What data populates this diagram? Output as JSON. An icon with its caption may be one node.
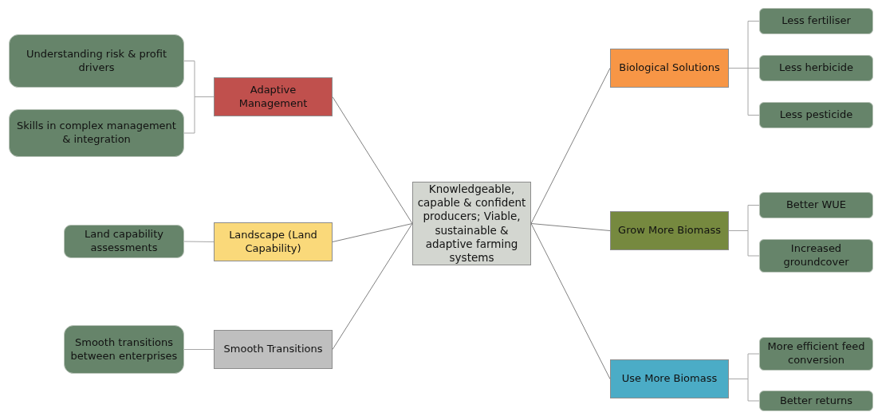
{
  "diagram": {
    "nodes": [
      {
        "text": [
          "Knowledgeable, capable & confident producers; Viable, sustainable & adaptive farming systems"
        ]
      },
      {
        "text": [
          "Adaptive Management"
        ]
      },
      {
        "text": [
          "Landscape (Land Capability)"
        ]
      },
      {
        "text": [
          "Smooth Transitions"
        ]
      },
      {
        "text": [
          "Biological Solutions"
        ]
      },
      {
        "text": [
          "Grow More Biomass"
        ]
      },
      {
        "text": [
          "Use More Biomass"
        ]
      },
      {
        "text": [
          "Understanding risk & profit drivers"
        ]
      },
      {
        "text": [
          "Skills in complex management & integration"
        ]
      },
      {
        "text": [
          "Land capability assessments"
        ]
      },
      {
        "text": [
          "Smooth transitions between enterprises"
        ]
      },
      {
        "text": [
          "Less fertiliser"
        ]
      },
      {
        "text": [
          "Less herbicide"
        ]
      },
      {
        "text": [
          "Less pesticide"
        ]
      },
      {
        "text": [
          "Better WUE"
        ]
      },
      {
        "text": [
          "Increased groundcover"
        ]
      },
      {
        "text": [
          "More efficient feed conversion"
        ]
      },
      {
        "text": [
          "Better returns"
        ]
      }
    ],
    "edges": [
      {
        "from": 0,
        "to": 1,
        "arrow": "none"
      },
      {
        "from": 0,
        "to": 2,
        "arrow": "none"
      },
      {
        "from": 0,
        "to": 3,
        "arrow": "none"
      },
      {
        "from": 0,
        "to": 4,
        "arrow": "none"
      },
      {
        "from": 0,
        "to": 5,
        "arrow": "none"
      },
      {
        "from": 0,
        "to": 6,
        "arrow": "none"
      },
      {
        "from": 1,
        "to": 7,
        "arrow": "none"
      },
      {
        "from": 1,
        "to": 8,
        "arrow": "none"
      },
      {
        "from": 2,
        "to": 9,
        "arrow": "none"
      },
      {
        "from": 3,
        "to": 10,
        "arrow": "none"
      },
      {
        "from": 4,
        "to": 11,
        "arrow": "none"
      },
      {
        "from": 4,
        "to": 12,
        "arrow": "none"
      },
      {
        "from": 4,
        "to": 13,
        "arrow": "none"
      },
      {
        "from": 5,
        "to": 14,
        "arrow": "none"
      },
      {
        "from": 5,
        "to": 15,
        "arrow": "none"
      },
      {
        "from": 6,
        "to": 16,
        "arrow": "none"
      },
      {
        "from": 6,
        "to": 17,
        "arrow": "none"
      }
    ]
  }
}
